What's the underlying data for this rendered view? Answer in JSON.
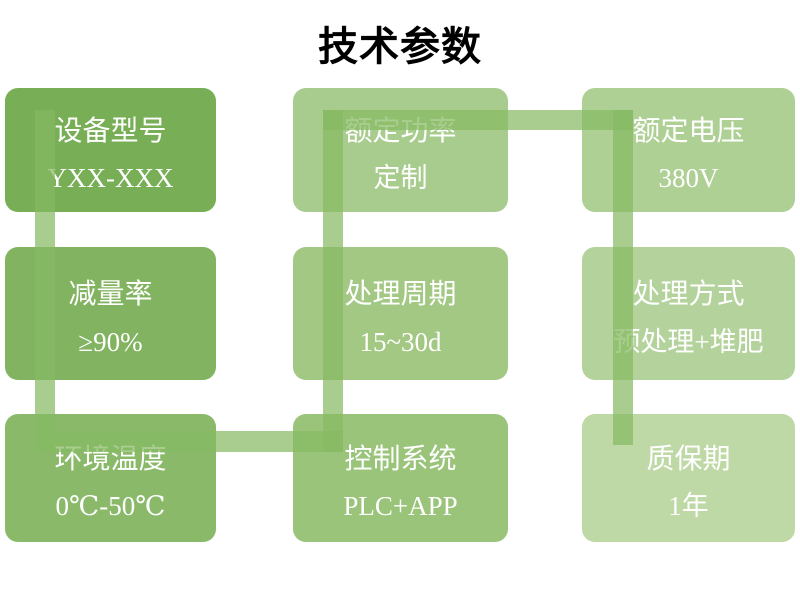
{
  "title": "技术参数",
  "colors": {
    "background": "#ffffff",
    "title_text": "#000000",
    "card_text": "#ffffff",
    "connector": "rgba(134,186,98,0.72)"
  },
  "connector": {
    "shape": "serpentine-flow",
    "order": [
      "设备型号",
      "减量率",
      "环境温度",
      "控制系统",
      "处理周期",
      "额定功率",
      "额定电压",
      "处理方式",
      "质保期"
    ]
  },
  "boxes": [
    {
      "label": "设备型号",
      "value": "YXX-XXX",
      "color": "#78ae55"
    },
    {
      "label": "额定功率",
      "value": "定制",
      "color": "#a8cc8e"
    },
    {
      "label": "额定电压",
      "value": "380V",
      "color": "#aed094"
    },
    {
      "label": "减量率",
      "value": "≥90%",
      "color": "#82b360"
    },
    {
      "label": "处理周期",
      "value": "15~30d",
      "color": "#a2c884"
    },
    {
      "label": "处理方式",
      "value": "预处理+堆肥",
      "color": "#b4d39c"
    },
    {
      "label": "环境温度",
      "value": "0℃-50℃",
      "color": "#8ab96a"
    },
    {
      "label": "控制系统",
      "value": "PLC+APP",
      "color": "#9ac47a"
    },
    {
      "label": "质保期",
      "value": "1年",
      "color": "#bed8a6"
    }
  ]
}
